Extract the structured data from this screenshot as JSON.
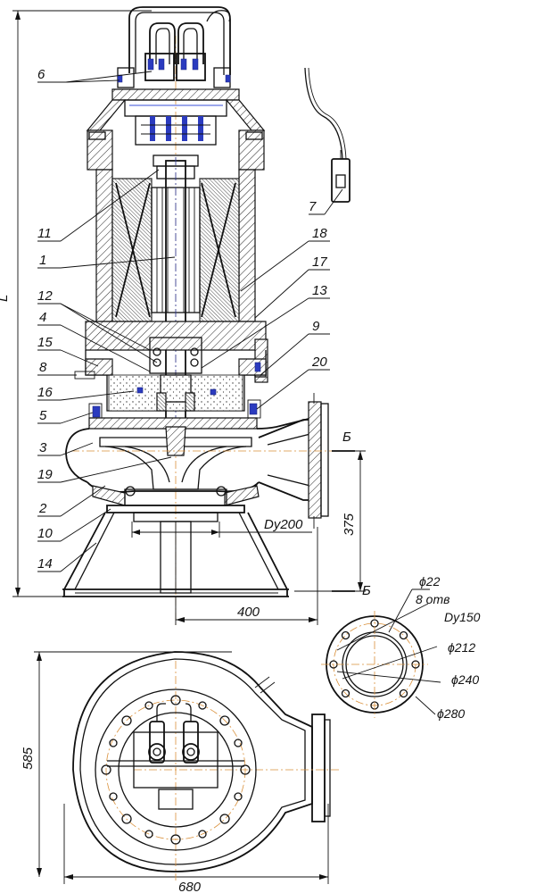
{
  "drawing": {
    "dimensions": {
      "overall_height": "L",
      "outlet_height": "375",
      "pump_offset": "400",
      "width_585": "585",
      "width_680": "680",
      "discharge_nominal": "Dy200"
    },
    "section_marks": [
      "Б",
      "Б"
    ],
    "flange": {
      "hole_dia": "ϕ22",
      "holes": "8 отв",
      "nominal": "Dy150",
      "d1": "ϕ212",
      "d2": "ϕ240",
      "d3": "ϕ280"
    },
    "part_labels": [
      "1",
      "2",
      "3",
      "4",
      "5",
      "6",
      "7",
      "8",
      "9",
      "10",
      "11",
      "12",
      "13",
      "14",
      "15",
      "16",
      "17",
      "18",
      "19",
      "20"
    ]
  }
}
